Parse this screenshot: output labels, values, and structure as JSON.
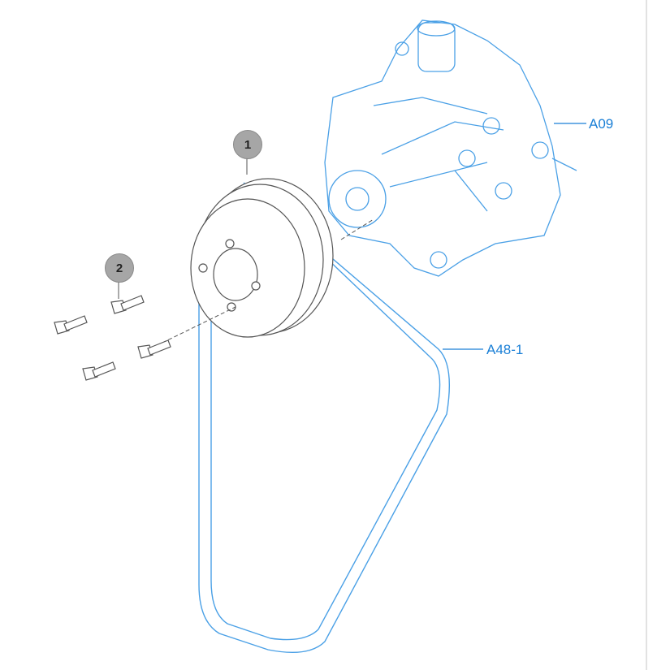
{
  "callouts": [
    {
      "label": "1"
    },
    {
      "label": "2"
    }
  ],
  "references": [
    {
      "label": "A09"
    },
    {
      "label": "A48-1"
    }
  ],
  "colors": {
    "highlight": "#1a7fd6",
    "line": "#555555",
    "bubble": "#a6a6a6"
  }
}
